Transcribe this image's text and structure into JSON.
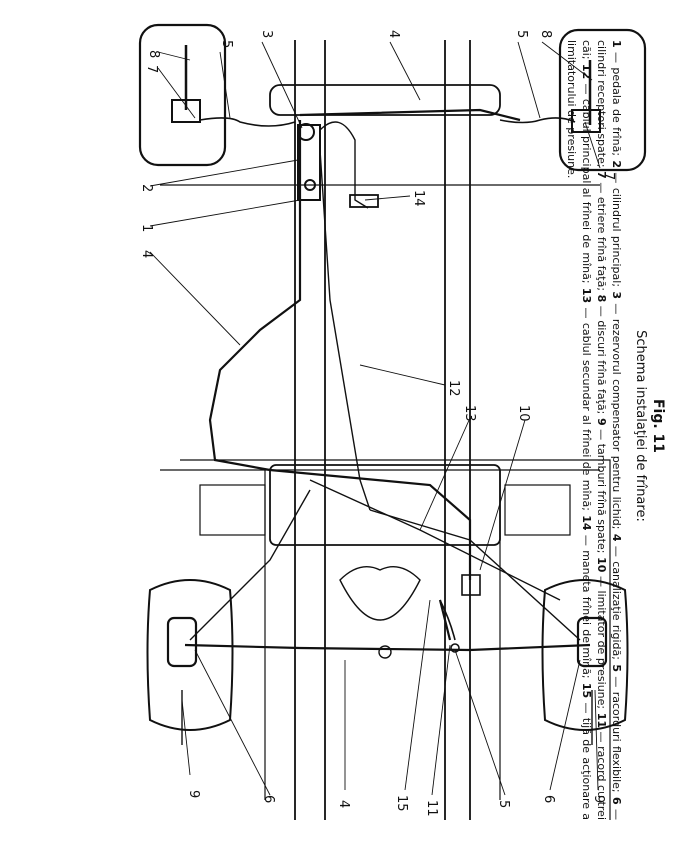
{
  "figure": {
    "title": "Fig. 11",
    "subtitle": "Schema instalaţiei de frînare:"
  },
  "legend": [
    {
      "num": "1",
      "text": "pedala de frînă;"
    },
    {
      "num": "2",
      "text": "cilindrul principal;"
    },
    {
      "num": "3",
      "text": "rezervorul compensator pentru lichid;"
    },
    {
      "num": "4",
      "text": "canalizaţie rigidă;"
    },
    {
      "num": "5",
      "text": "racorduri flexibile;"
    },
    {
      "num": "6",
      "text": "cilindri receptori spate;"
    },
    {
      "num": "7",
      "text": "etriere frînă faţă;"
    },
    {
      "num": "8",
      "text": "discuri frînă faţă;"
    },
    {
      "num": "9",
      "text": "tamburi frînă spate;"
    },
    {
      "num": "10",
      "text": "limitator de presiune;"
    },
    {
      "num": "11",
      "text": "racord cu trei căi;"
    },
    {
      "num": "12",
      "text": "cablul principal al frînei de mînă;"
    },
    {
      "num": "13",
      "text": "cablul secundar al frînei de mînă;"
    },
    {
      "num": "14",
      "text": "maneta frînei de mînă;"
    },
    {
      "num": "15",
      "text": "tijă de acţionare a limitatorului de presiune."
    }
  ],
  "callouts": [
    "8",
    "7",
    "5",
    "3",
    "4",
    "5",
    "8",
    "7",
    "2",
    "1",
    "14",
    "4",
    "12",
    "13",
    "10",
    "9",
    "6",
    "4",
    "15",
    "11",
    "5",
    "6",
    "9"
  ]
}
